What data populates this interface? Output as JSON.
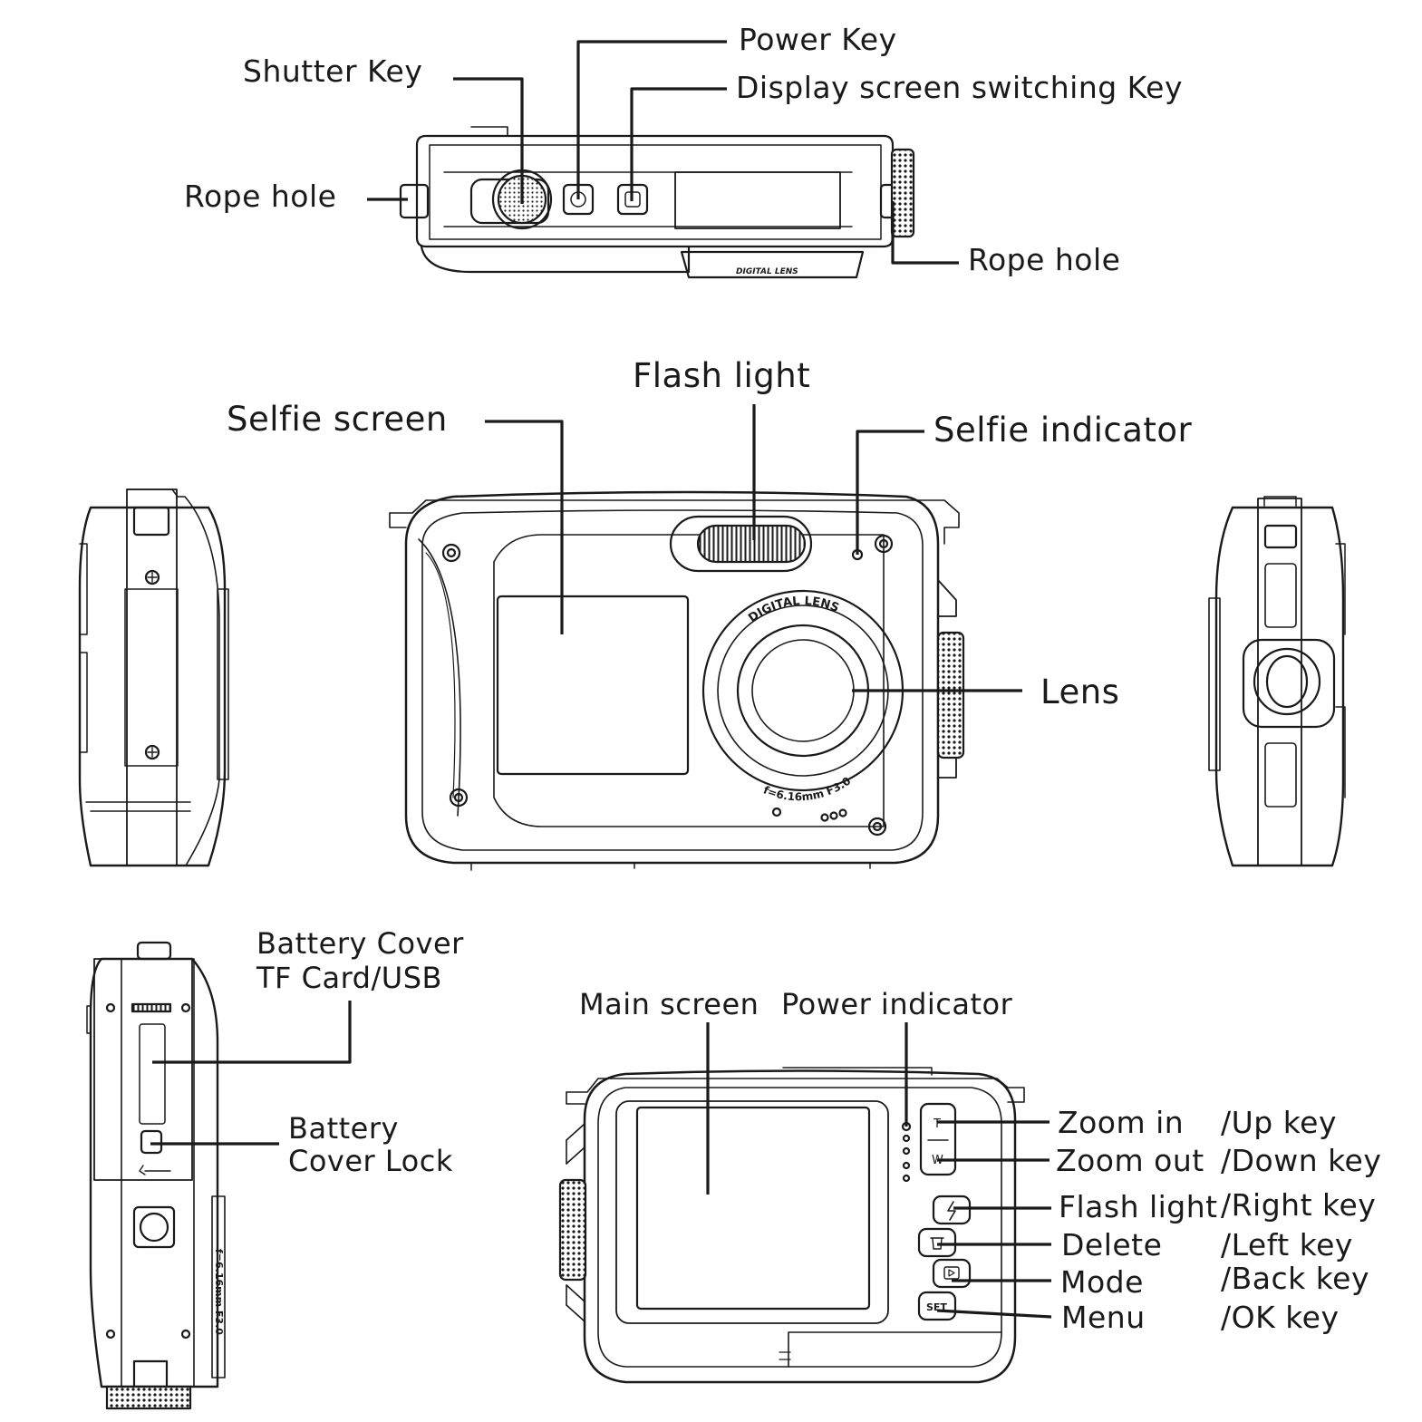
{
  "top_view": {
    "shutter_key": "Shutter Key",
    "power_key": "Power Key",
    "display_switch_key": "Display screen switching Key",
    "rope_hole_left": "Rope hole",
    "rope_hole_right": "Rope hole",
    "lens_mark": "DIGITAL LENS"
  },
  "front_view": {
    "selfie_screen": "Selfie screen",
    "flash_light": "Flash light",
    "selfie_indicator": "Selfie indicator",
    "lens": "Lens",
    "lens_ring_top": "DIGITAL LENS",
    "lens_ring_bottom": "f=6.16mm F3.0"
  },
  "side_view": {
    "battery_cover": "Battery Cover",
    "tf_card_usb": "TF Card/USB",
    "battery": "Battery",
    "cover_lock": "Cover Lock",
    "side_lens_text": "f=6.16mm F3.0"
  },
  "back_view": {
    "main_screen": "Main screen",
    "power_indicator": "Power indicator",
    "keys": [
      {
        "name": "Zoom in",
        "alt": "/Up key"
      },
      {
        "name": "Zoom out",
        "alt": "/Down key"
      },
      {
        "name": "Flash light",
        "alt": "/Right key"
      },
      {
        "name": "Delete",
        "alt": "/Left key"
      },
      {
        "name": "Mode",
        "alt": "/Back key"
      },
      {
        "name": "Menu",
        "alt": "/OK key"
      }
    ],
    "button_glyphs": {
      "zoom_in": "T",
      "zoom_out": "W",
      "set": "SET"
    }
  },
  "colors": {
    "line": "#1a1a1a",
    "background": "#ffffff"
  }
}
